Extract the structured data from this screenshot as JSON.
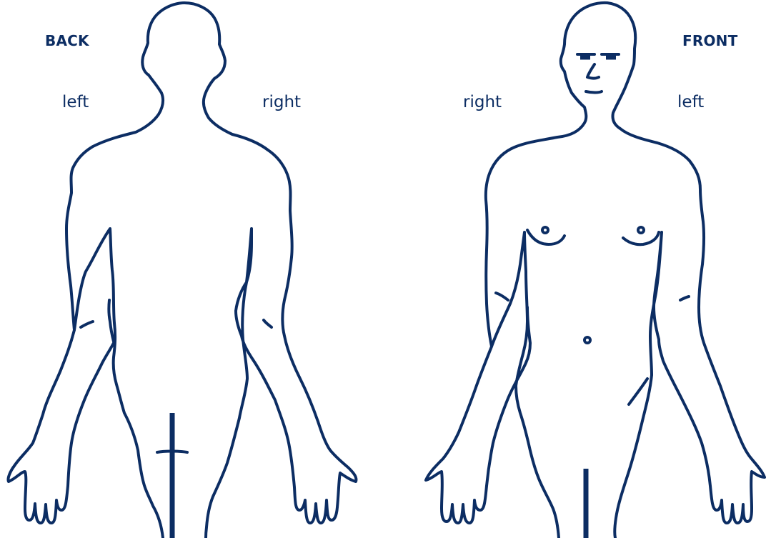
{
  "back_view": {
    "title": "BACK",
    "left_label": "left",
    "right_label": "right"
  },
  "front_view": {
    "title": "FRONT",
    "right_label": "right",
    "left_label": "left"
  },
  "colors": {
    "outline": "#0c2d63",
    "background": "#ffffff"
  }
}
